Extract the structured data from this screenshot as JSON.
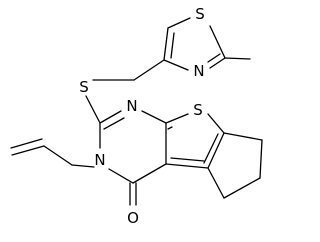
{
  "molecule": {
    "atom_labels": {
      "thiazole_s": "S",
      "thiazole_n": "N",
      "thioether_s": "S",
      "pyrimidine_n_top": "N",
      "thiophene_s": "S",
      "pyrimidine_n_allyl": "N",
      "carbonyl_o": "O"
    }
  }
}
